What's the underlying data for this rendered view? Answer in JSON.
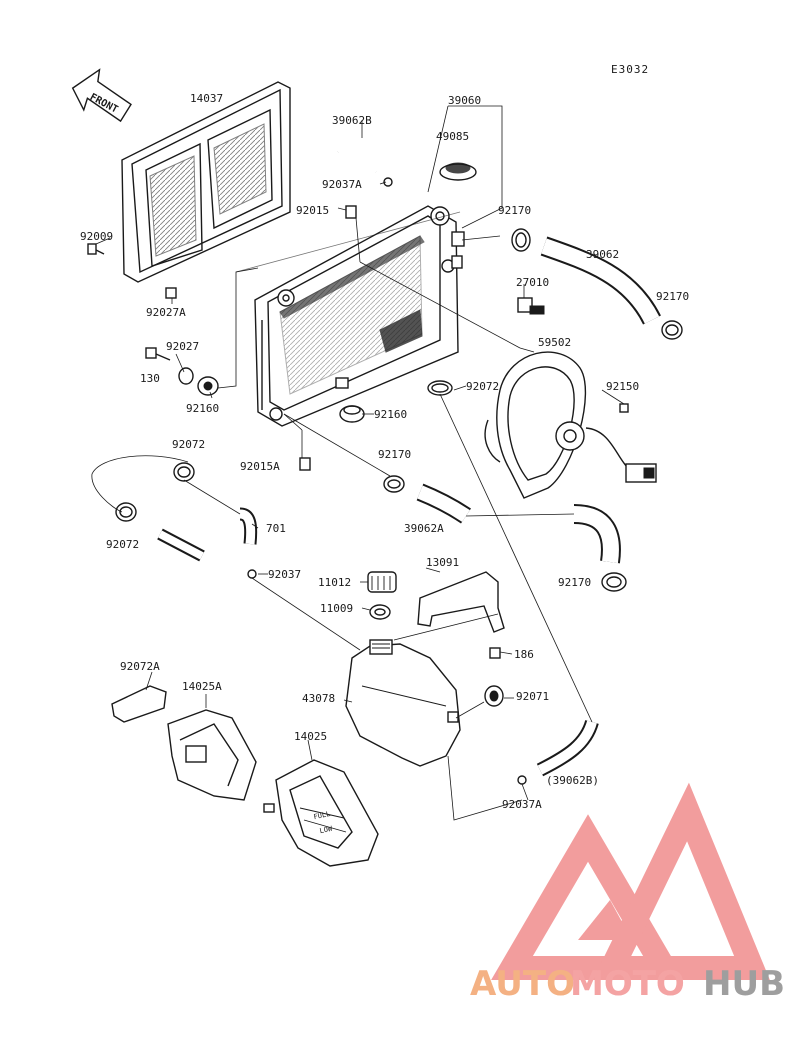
{
  "figure_code": "E3032",
  "front_arrow": "FRONT",
  "labels": {
    "p14037": "14037",
    "p39060": "39060",
    "p39062B": "39062B",
    "p49085": "49085",
    "p92037A_top": "92037A",
    "p92015": "92015",
    "p92170_a": "92170",
    "p39062": "39062",
    "p92170_b": "92170",
    "p27010": "27010",
    "p92009": "92009",
    "p92027A": "92027A",
    "p92027": "92027",
    "p130": "130",
    "p92160_a": "92160",
    "p59502": "59502",
    "p92072_a": "92072",
    "p92150": "92150",
    "p92160_b": "92160",
    "p92072_b": "92072",
    "p92170_c": "92170",
    "p92015A": "92015A",
    "p92072_c": "92072",
    "p701": "701",
    "p39062A": "39062A",
    "p92037": "92037",
    "p92170_d": "92170",
    "p11012": "11012",
    "p13091": "13091",
    "p11009": "11009",
    "p186": "186",
    "p92072A": "92072A",
    "p14025A": "14025A",
    "p43078": "43078",
    "p92071": "92071",
    "p14025": "14025",
    "p39062B_paren": "(39062B)",
    "p92037A_bot": "92037A"
  },
  "tank_marks": {
    "full": "FULL",
    "low": "LOW"
  },
  "watermark": {
    "part1": "AUTO",
    "part2": "MOTO",
    "part3": "HUB"
  },
  "colors": {
    "ink": "#1a1a1a",
    "logo_red": "#f08c8c",
    "logo_orange": "#f4b183",
    "logo_gray": "#9e9e9e"
  }
}
